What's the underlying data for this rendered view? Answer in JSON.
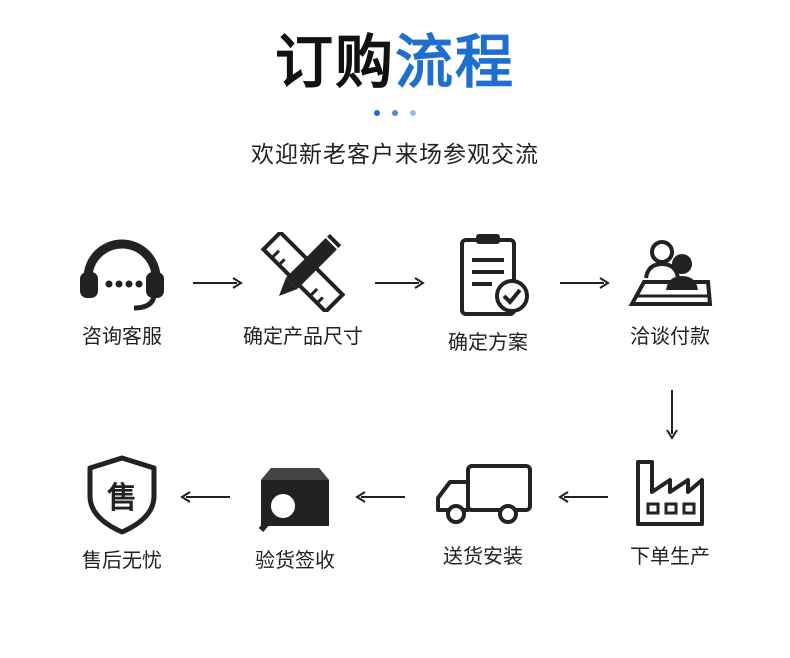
{
  "title": {
    "dark": "订购",
    "blue": "流程"
  },
  "subtitle": "欢迎新老客户来场参观交流",
  "colors": {
    "accent": "#1f6fd1",
    "icon": "#222222",
    "dot_1": "#1f6fd1",
    "dot_2": "#4a8ce0",
    "dot_3": "#9bbbe6"
  },
  "steps": [
    {
      "label": "咨询客服",
      "icon": "headset-icon"
    },
    {
      "label": "确定产品尺寸",
      "icon": "pencil-ruler-icon"
    },
    {
      "label": "确定方案",
      "icon": "clipboard-check-icon"
    },
    {
      "label": "洽谈付款",
      "icon": "meeting-people-icon"
    },
    {
      "label": "下单生产",
      "icon": "factory-icon"
    },
    {
      "label": "送货安装",
      "icon": "delivery-truck-icon"
    },
    {
      "label": "验货签收",
      "icon": "box-inspect-icon"
    },
    {
      "label": "售后无忧",
      "icon": "shield-after-sales-icon",
      "glyph": "售"
    }
  ]
}
